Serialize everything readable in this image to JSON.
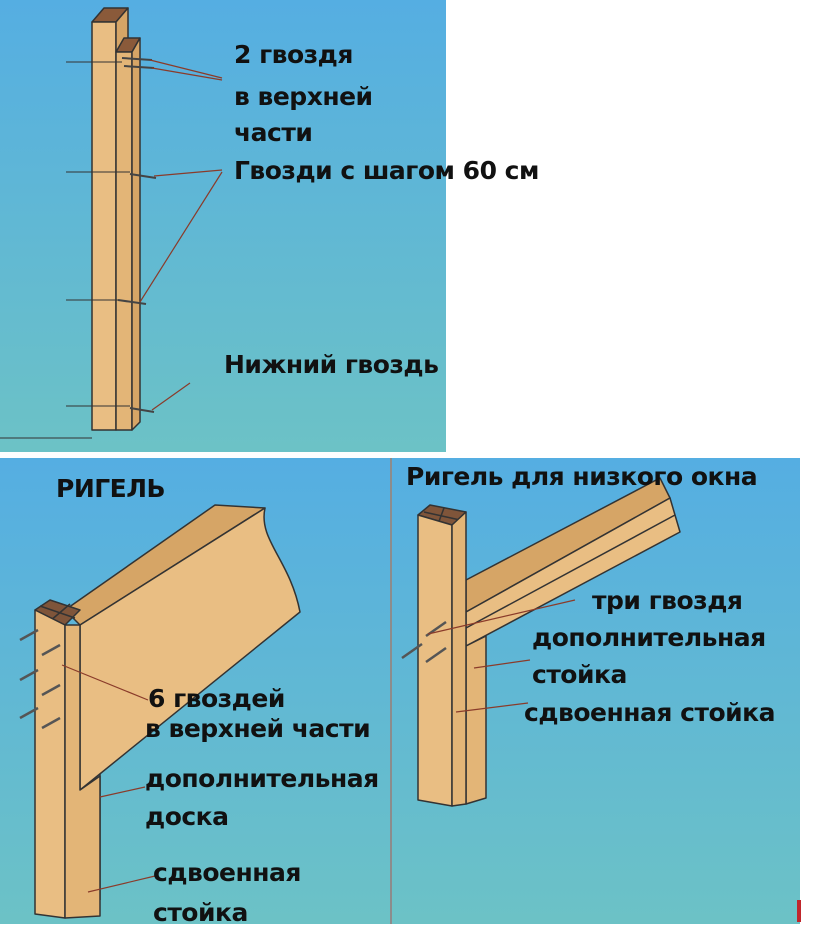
{
  "top_panel": {
    "label_top_nails_1": "2 гвоздя",
    "label_top_nails_2": "в верхней",
    "label_top_nails_3": "части",
    "label_spacing": "Гвозди с шагом 60 см",
    "label_bottom_nail": "Нижний гвоздь"
  },
  "left_panel": {
    "title": "РИГЕЛЬ",
    "label_nails_1": "6 гвоздей",
    "label_nails_2": "в верхней части",
    "label_extra_1": "дополнительная",
    "label_extra_2": "доска",
    "label_double_1": "сдвоенная",
    "label_double_2": "стойка"
  },
  "right_panel": {
    "title": "Ригель для низкого окна",
    "label_nails": "три гвоздя",
    "label_extra_1": "дополнительная",
    "label_extra_2": "стойка",
    "label_double": "сдвоенная стойка"
  },
  "colors": {
    "sky_top": "#55aee2",
    "sky_bottom": "#6cc2c6",
    "wood": "#e9be83",
    "wood_dark": "#d6a566",
    "leader": "#8a3b2a"
  }
}
